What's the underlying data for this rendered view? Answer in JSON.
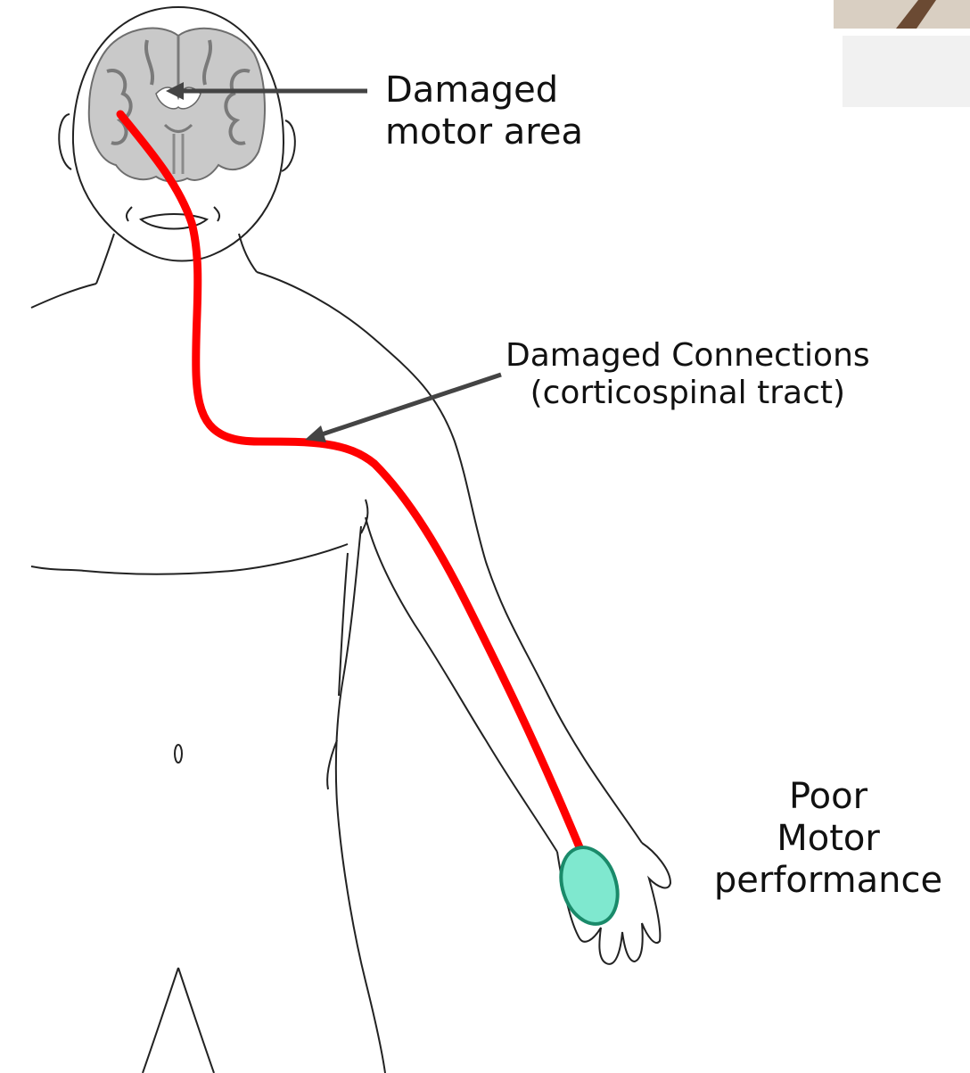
{
  "colors": {
    "tract": "#ff0000",
    "hand_fill": "#7fe8cf",
    "hand_stroke": "#1a8a6a",
    "outline": "#222222",
    "arrow": "#444444",
    "brain": "#9a9a9a"
  },
  "labels": {
    "motor_area": {
      "line1": "Damaged",
      "line2": "motor area"
    },
    "connections": {
      "line1": "Damaged Connections",
      "line2": "(corticospinal tract)"
    },
    "performance": {
      "line1": "Poor",
      "line2": "Motor",
      "line3": "performance"
    }
  }
}
